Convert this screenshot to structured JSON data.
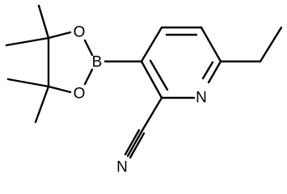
{
  "atoms": {
    "boron": "B",
    "ring_oxygen_top": "O",
    "ring_oxygen_bottom": "O",
    "pyridine_nitrogen": "N",
    "nitrile_nitrogen": "N"
  },
  "colors": {
    "bond": "#000000",
    "label": "#000000",
    "background": "#ffffff"
  }
}
